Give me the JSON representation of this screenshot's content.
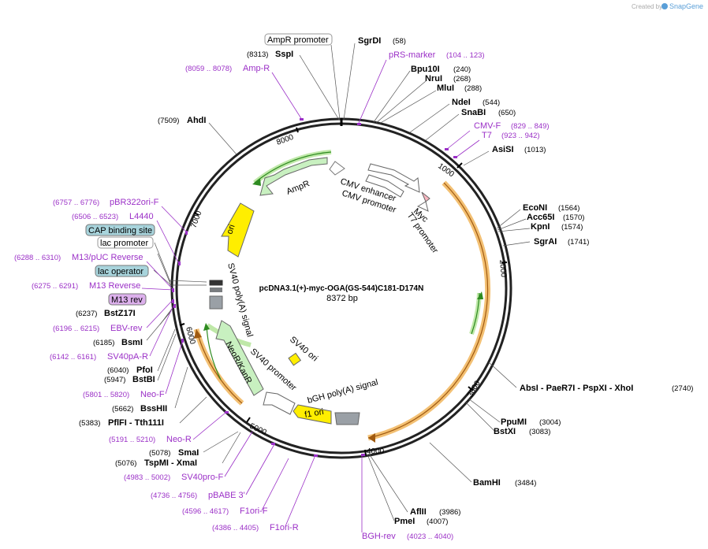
{
  "watermark": {
    "prefix": "Created by",
    "brand": "SnapGene"
  },
  "plasmid": {
    "name": "pcDNA3.1(+)-myc-OGA(GS-544)C181-D174N",
    "size": "8372 bp"
  },
  "ticks": [
    "1000",
    "2000",
    "3000",
    "4000",
    "5000",
    "6000",
    "7000",
    "8000"
  ],
  "enzymes": [
    {
      "name": "SgrDI",
      "pos": "(58)"
    },
    {
      "name": "SspI",
      "pos": "(8313)"
    },
    {
      "name": "Bpu10I",
      "pos": "(240)"
    },
    {
      "name": "NruI",
      "pos": "(268)"
    },
    {
      "name": "MluI",
      "pos": "(288)"
    },
    {
      "name": "NdeI",
      "pos": "(544)"
    },
    {
      "name": "SnaBI",
      "pos": "(650)"
    },
    {
      "name": "AsiSI",
      "pos": "(1013)"
    },
    {
      "name": "AhdI",
      "pos": "(7509)"
    },
    {
      "name": "EcoNI",
      "pos": "(1564)"
    },
    {
      "name": "Acc65I",
      "pos": "(1570)"
    },
    {
      "name": "KpnI",
      "pos": "(1574)"
    },
    {
      "name": "SgrAI",
      "pos": "(1741)"
    },
    {
      "name": "AbsI - PaeR7I - PspXI - XhoI",
      "pos": "(2740)"
    },
    {
      "name": "PpuMI",
      "pos": "(3004)"
    },
    {
      "name": "BstXI",
      "pos": "(3083)"
    },
    {
      "name": "BamHI",
      "pos": "(3484)"
    },
    {
      "name": "AflII",
      "pos": "(3986)"
    },
    {
      "name": "PmeI",
      "pos": "(4007)"
    },
    {
      "name": "BstZ17I",
      "pos": "(6237)"
    },
    {
      "name": "BsmI",
      "pos": "(6185)"
    },
    {
      "name": "PfoI",
      "pos": "(6040)"
    },
    {
      "name": "BstBI",
      "pos": "(5947)"
    },
    {
      "name": "BssHII",
      "pos": "(5662)"
    },
    {
      "name": "PflFI - Tth111I",
      "pos": "(5383)"
    },
    {
      "name": "SmaI",
      "pos": "(5078)"
    },
    {
      "name": "TspMI - XmaI",
      "pos": "(5076)"
    }
  ],
  "primers": [
    {
      "name": "pRS-marker",
      "range": "(104 .. 123)"
    },
    {
      "name": "Amp-R",
      "range": "(8059 .. 8078)"
    },
    {
      "name": "CMV-F",
      "range": "(829 .. 849)"
    },
    {
      "name": "T7",
      "range": "(923 .. 942)"
    },
    {
      "name": "pBR322ori-F",
      "range": "(6757 .. 6776)"
    },
    {
      "name": "L4440",
      "range": "(6506 .. 6523)"
    },
    {
      "name": "M13/pUC Reverse",
      "range": "(6288 .. 6310)"
    },
    {
      "name": "M13 Reverse",
      "range": "(6275 .. 6291)"
    },
    {
      "name": "EBV-rev",
      "range": "(6196 .. 6215)"
    },
    {
      "name": "SV40pA-R",
      "range": "(6142 .. 6161)"
    },
    {
      "name": "Neo-F",
      "range": "(5801 .. 5820)"
    },
    {
      "name": "Neo-R",
      "range": "(5191 .. 5210)"
    },
    {
      "name": "SV40pro-F",
      "range": "(4983 .. 5002)"
    },
    {
      "name": "pBABE 3'",
      "range": "(4736 .. 4756)"
    },
    {
      "name": "F1ori-F",
      "range": "(4596 .. 4617)"
    },
    {
      "name": "F1ori-R",
      "range": "(4386 .. 4405)"
    },
    {
      "name": "BGH-rev",
      "range": "(4023 .. 4040)"
    }
  ],
  "boxed": {
    "ampr_promoter": "AmpR promoter",
    "cap_site": "CAP binding site",
    "lac_promoter": "lac promoter",
    "lac_operator": "lac operator",
    "m13_rev": "M13 rev"
  },
  "features": {
    "cmv_enhancer": "CMV enhancer",
    "cmv_promoter": "CMV promoter",
    "t7_promoter": "T7 promoter",
    "myc": "Myc",
    "ampr": "AmpR",
    "ori": "ori",
    "sv40_polya": "SV40 poly(A) signal",
    "neor": "NeoR/KanR",
    "sv40_promoter": "SV40 promoter",
    "sv40_ori": "SV40 ori",
    "bgh": "bGH poly(A) signal",
    "f1_ori": "f1 ori"
  },
  "colors": {
    "primer": "#9b30c7",
    "orf": "#f0b050",
    "amp": "#c8f0c0",
    "ori": "#ffee00",
    "cap": "#a8d4dc"
  }
}
